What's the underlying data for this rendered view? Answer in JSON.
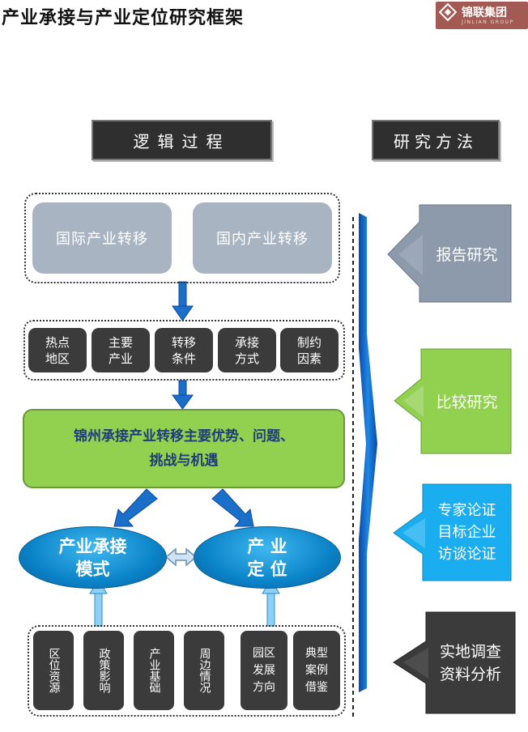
{
  "title": "产业承接与产业定位研究框架",
  "logo": {
    "name": "锦联集团",
    "sub": "JINLIAN GROUP"
  },
  "headers": {
    "logic": "逻辑过程",
    "method": "研究方法"
  },
  "transfer": [
    "国际产业转移",
    "国内产业转移"
  ],
  "factors": [
    "热点\n地区",
    "主要\n产业",
    "转移\n条件",
    "承接\n方式",
    "制约\n因素"
  ],
  "summary": "锦州承接产业转移主要优势、问题、\n挑战与机遇",
  "outcomes": [
    "产业承接\n模式",
    "产 业\n定 位"
  ],
  "basis_vertical": [
    "区位资源",
    "政策影响",
    "产业基础",
    "周边情况"
  ],
  "basis_wrap": [
    "园区\n发展\n方向",
    "典型\n案例\n借鉴"
  ],
  "methods": [
    {
      "label": "报告研究",
      "color": "#8d9aab"
    },
    {
      "label": "比较研究",
      "color": "#92d050"
    },
    {
      "label": "专家论证\n目标企业\n访谈论证",
      "color": "#1aaef0"
    },
    {
      "label": "实地调查\n资料分析",
      "color": "#3b3b3b"
    }
  ],
  "colors": {
    "arrow_blue": "#1565c0",
    "ellipse_blue": "#0b83c8"
  }
}
